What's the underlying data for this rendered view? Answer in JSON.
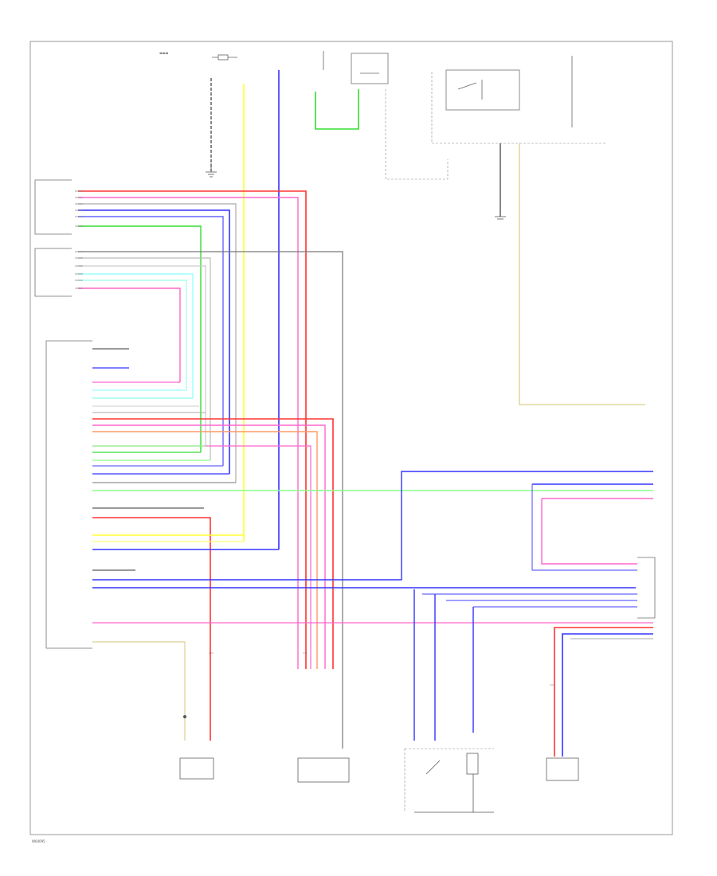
{
  "diagram": {
    "page_code": "W64095",
    "wire_colors": {
      "red": "#ff3333",
      "pink": "#ff66cc",
      "blue": "#3333ff",
      "light_blue": "#99ffff",
      "yellow": "#ffff33",
      "green": "#33dd33",
      "light_green": "#88ff88",
      "tan": "#e0d8a0",
      "orange": "#ff9966",
      "gray": "#888888",
      "black": "#333333",
      "white": "#d8d8d8"
    },
    "components": {
      "top_fuse": {
        "id": "top-fuse"
      },
      "ground_top": {
        "id": "ground-top"
      },
      "top_relay": {
        "id": "top-relay"
      },
      "blower_relay": {
        "id": "blower-relay"
      },
      "top_right_label": {
        "id": "top-right-label"
      },
      "ground_right": {
        "id": "ground-right"
      },
      "left_panel_upper": {
        "id": "left-panel-upper"
      },
      "left_panel_lower": {
        "id": "left-panel-lower"
      },
      "climate_control_unit": {
        "id": "climate-control-unit"
      },
      "sensor_left": {
        "id": "sensor-left"
      },
      "actuator_motor": {
        "id": "actuator-motor"
      },
      "ac_compressor": {
        "id": "ac-compressor"
      },
      "sensor_right": {
        "id": "sensor-right"
      }
    }
  }
}
